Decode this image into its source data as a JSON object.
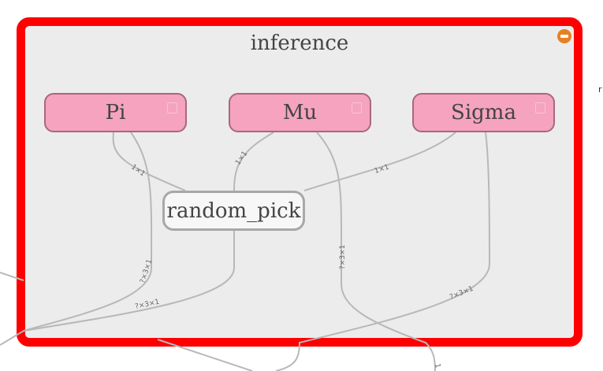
{
  "group": {
    "title": "inference",
    "border_color": "#ff0000",
    "background": "#ececec",
    "collapse_icon": "minus-circle-icon",
    "collapse_color": "#e8801f"
  },
  "nodes": {
    "pi": "Pi",
    "mu": "Mu",
    "sigma": "Sigma",
    "random_pick": "random_pick"
  },
  "edge_labels": {
    "pi_to_random_pick": "1×1",
    "mu_to_random_pick": "1×1",
    "sigma_to_random_pick": "1×1",
    "pi_out": "?×3×1",
    "random_pick_out": "?×3×1",
    "mu_out": "?×3×1",
    "sigma_out": "?×3×1",
    "bottom_right_out": "1"
  },
  "colors": {
    "op_node_fill": "#f5a3be",
    "op_node_border": "#a8687d",
    "edge": "#b8b8b8"
  },
  "offscreen_text": "r"
}
